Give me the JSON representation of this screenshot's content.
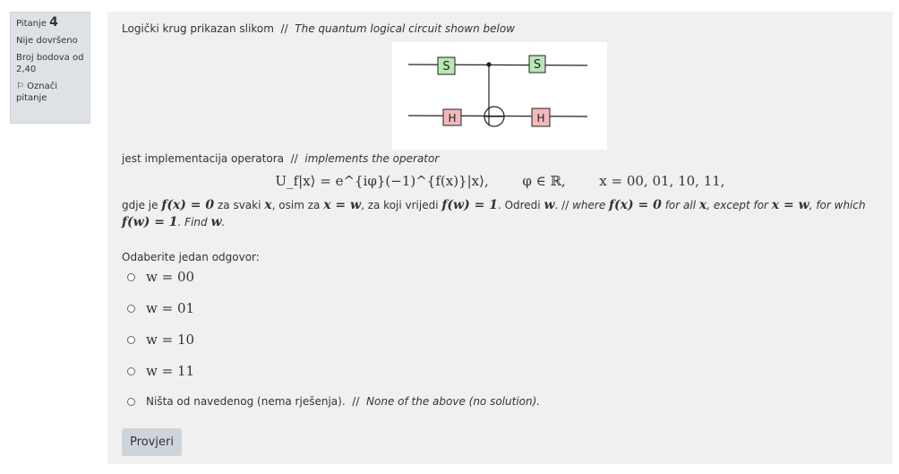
{
  "info": {
    "question_label": "Pitanje",
    "question_number": "4",
    "status": "Nije dovršeno",
    "points": "Broj bodova od 2,40",
    "flag_icon": "flag-icon",
    "flag_label": "Označi pitanje"
  },
  "question": {
    "intro_hr": "Logički krug prikazan slikom",
    "separator": "//",
    "intro_en": "The quantum logical circuit shown below",
    "circuit": {
      "gate_s": "S",
      "gate_h": "H"
    },
    "impl_hr": "jest implementacija operatora",
    "impl_en": "implements the operator",
    "formula": {
      "left": "U_f|x⟩ = e^{iφ}(−1)^{f(x)}|x⟩,",
      "phi": "φ ∈ ℝ,",
      "domain": "x = 00, 01, 10, 11,"
    },
    "cond": {
      "p1": "gdje je",
      "m1": "f(x) = 0",
      "p2": "za svaki",
      "m2": "x",
      "p3": ", osim za",
      "m3": "x = w",
      "p4": ", za koji vrijedi",
      "m4": "f(w) = 1",
      "p5": ". Odredi",
      "m5": "w",
      "p6": ". //",
      "e1": "where",
      "m6": "f(x) = 0",
      "e2": "for all",
      "m7": "x",
      "e3": ", except for",
      "m8": "x = w",
      "e4": ", for which",
      "m9": "f(w) = 1",
      "e5": ". Find",
      "m10": "w",
      "e6": "."
    },
    "prompt": "Odaberite jedan odgovor:",
    "options": [
      "w = 00",
      "w = 01",
      "w = 10",
      "w = 11"
    ],
    "option_none_hr": "Ništa od navedenog (nema rješenja).",
    "option_none_sep": "//",
    "option_none_en": "None of the above (no solution).",
    "check_button": "Provjeri"
  },
  "colors": {
    "s_gate_fill": "#b9e7b5",
    "h_gate_fill": "#f3b8bc",
    "info_bg": "#dee2e6",
    "content_bg": "#f0f0f0",
    "button_bg": "#ced4da"
  }
}
